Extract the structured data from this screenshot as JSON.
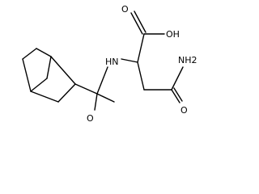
{
  "structure": {
    "atoms": {
      "carboxyl_oh": "OH",
      "carboxyl_o": "O",
      "amine_nh": "HN",
      "amide_nh2": "NH2",
      "amide_o": "O",
      "ketone_o": "O"
    }
  }
}
